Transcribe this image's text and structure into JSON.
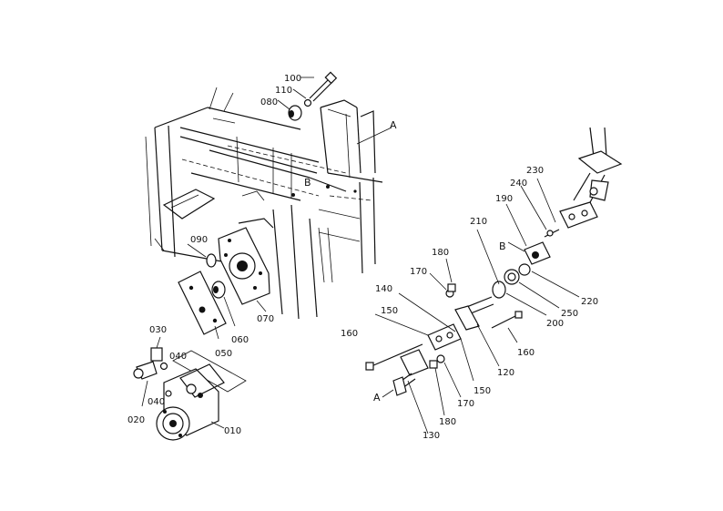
{
  "parts": {
    "p010": "010",
    "p020": "020",
    "p030": "030",
    "p040a": "040",
    "p040b": "040",
    "p050": "050",
    "p060": "060",
    "p070": "070",
    "p080": "080",
    "p090": "090",
    "p100": "100",
    "p110": "110",
    "p120": "120",
    "p130": "130",
    "p140": "140",
    "p150a": "150",
    "p150b": "150",
    "p160a": "160",
    "p160b": "160",
    "p170a": "170",
    "p170b": "170",
    "p180a": "180",
    "p180b": "180",
    "p190": "190",
    "p200": "200",
    "p210": "210",
    "p220": "220",
    "p230": "230",
    "p240": "240",
    "p250": "250"
  },
  "refs": {
    "a_top": "A",
    "a_bottom": "A",
    "b_top": "B",
    "b_right": "B"
  }
}
